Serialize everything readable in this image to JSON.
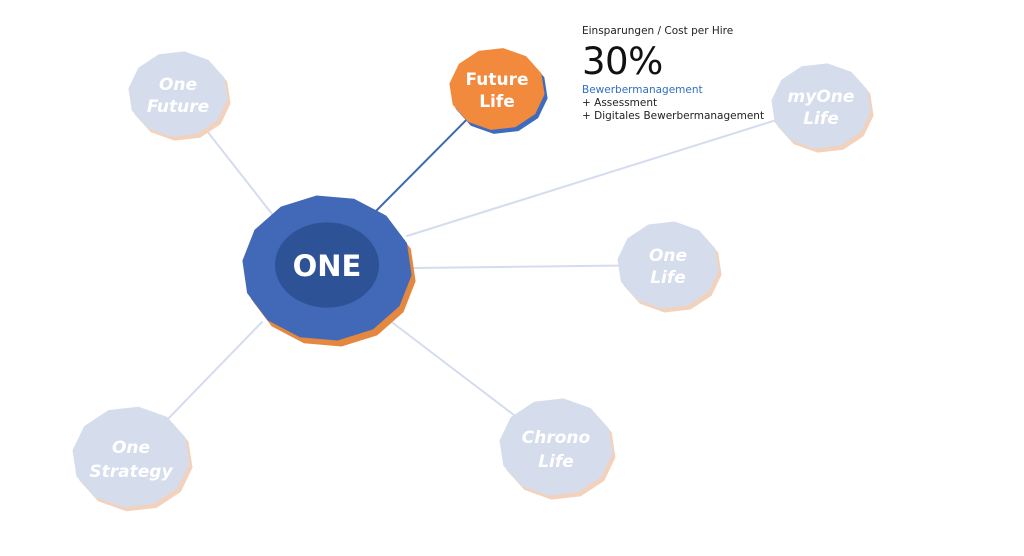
{
  "diagram": {
    "hub": {
      "line1": "ONE",
      "line2": ""
    },
    "nodes": [
      {
        "id": "one-future",
        "line1": "One",
        "line2": "Future",
        "active": false
      },
      {
        "id": "future-life",
        "line1": "Future",
        "line2": "Life",
        "active": true
      },
      {
        "id": "myone-life",
        "line1": "myOne",
        "line2": "Life",
        "active": false
      },
      {
        "id": "one-life",
        "line1": "One",
        "line2": "Life",
        "active": false
      },
      {
        "id": "chrono-life",
        "line1": "Chrono",
        "line2": "Life",
        "active": false
      },
      {
        "id": "one-strategy",
        "line1": "One",
        "line2": "Strategy",
        "active": false
      }
    ]
  },
  "info": {
    "caption": "Einsparungen / Cost per Hire",
    "value": "30%",
    "subtitle": "Bewerbermanagement",
    "items": [
      {
        "text": "+ Assessment"
      },
      {
        "text": "+ Digitales Bewerbermanagement"
      }
    ]
  },
  "colors": {
    "hub_fill": "#4169b8",
    "hub_inner": "#2e5296",
    "hub_shadow": "#e4873f",
    "active_fill": "#f28a3e",
    "active_shadow": "#3f6bbf",
    "inactive_fill": "#d5dcec",
    "inactive_shadow": "#f2d2bd",
    "line_inactive": "#d4dcee",
    "line_active": "#3f68b8",
    "subtitle": "#2f6fc4"
  }
}
